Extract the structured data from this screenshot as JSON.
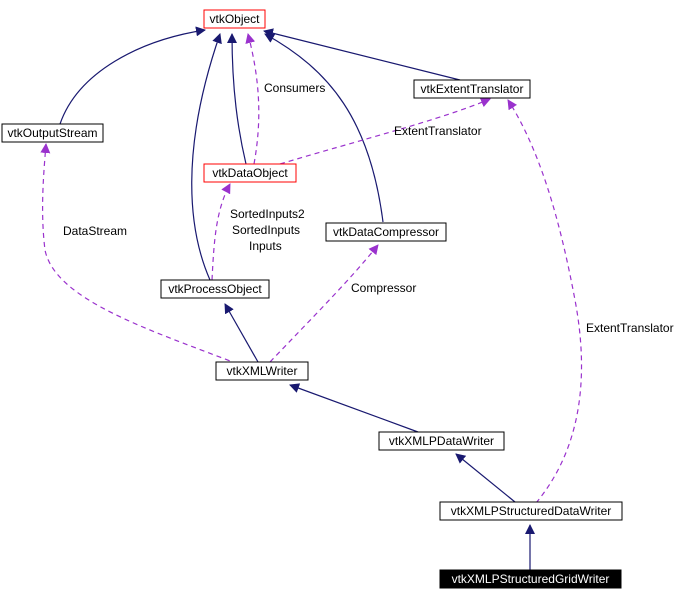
{
  "diagram": {
    "nodes": [
      {
        "id": "vtkObject",
        "label": "vtkObject",
        "border": "#ff0000",
        "fill": "#ffffff",
        "text": "#000000"
      },
      {
        "id": "vtkOutputStream",
        "label": "vtkOutputStream",
        "border": "#000000",
        "fill": "#ffffff",
        "text": "#000000"
      },
      {
        "id": "vtkExtentTranslator",
        "label": "vtkExtentTranslator",
        "border": "#000000",
        "fill": "#ffffff",
        "text": "#000000"
      },
      {
        "id": "vtkDataObject",
        "label": "vtkDataObject",
        "border": "#ff0000",
        "fill": "#ffffff",
        "text": "#000000"
      },
      {
        "id": "vtkDataCompressor",
        "label": "vtkDataCompressor",
        "border": "#000000",
        "fill": "#ffffff",
        "text": "#000000"
      },
      {
        "id": "vtkProcessObject",
        "label": "vtkProcessObject",
        "border": "#000000",
        "fill": "#ffffff",
        "text": "#000000"
      },
      {
        "id": "vtkXMLWriter",
        "label": "vtkXMLWriter",
        "border": "#000000",
        "fill": "#ffffff",
        "text": "#000000"
      },
      {
        "id": "vtkXMLPDataWriter",
        "label": "vtkXMLPDataWriter",
        "border": "#000000",
        "fill": "#ffffff",
        "text": "#000000"
      },
      {
        "id": "vtkXMLPStructuredDataWriter",
        "label": "vtkXMLPStructuredDataWriter",
        "border": "#000000",
        "fill": "#ffffff",
        "text": "#000000"
      },
      {
        "id": "vtkXMLPStructuredGridWriter",
        "label": "vtkXMLPStructuredGridWriter",
        "border": "#000000",
        "fill": "#000000",
        "text": "#ffffff"
      }
    ],
    "edges": [
      {
        "id": "outputstream-object",
        "kind": "inheritance"
      },
      {
        "id": "extenttranslator-object",
        "kind": "inheritance"
      },
      {
        "id": "dataobject-object",
        "kind": "inheritance"
      },
      {
        "id": "compressor-object",
        "kind": "inheritance"
      },
      {
        "id": "processobject-object",
        "kind": "inheritance"
      },
      {
        "id": "object-dataobject-consumers",
        "kind": "usage",
        "label": "Consumers"
      },
      {
        "id": "dataobject-extenttranslator",
        "kind": "usage",
        "label": "ExtentTranslator"
      },
      {
        "id": "processobject-dataobject-inputs",
        "kind": "usage",
        "label_lines": [
          "SortedInputs2",
          "SortedInputs",
          "Inputs"
        ]
      },
      {
        "id": "xmlwriter-processobject",
        "kind": "inheritance"
      },
      {
        "id": "xmlwriter-outputstream",
        "kind": "usage",
        "label": "DataStream"
      },
      {
        "id": "xmlwriter-compressor",
        "kind": "usage",
        "label": "Compressor"
      },
      {
        "id": "pdatawriter-xmlwriter",
        "kind": "inheritance"
      },
      {
        "id": "pstructdata-pdatawriter",
        "kind": "inheritance"
      },
      {
        "id": "pstructdata-extenttranslator",
        "kind": "usage",
        "label": "ExtentTranslator"
      },
      {
        "id": "pstructgrid-pstructdata",
        "kind": "inheritance"
      }
    ],
    "colors": {
      "inheritance": "#191970",
      "usage": "#9a32cd"
    }
  }
}
